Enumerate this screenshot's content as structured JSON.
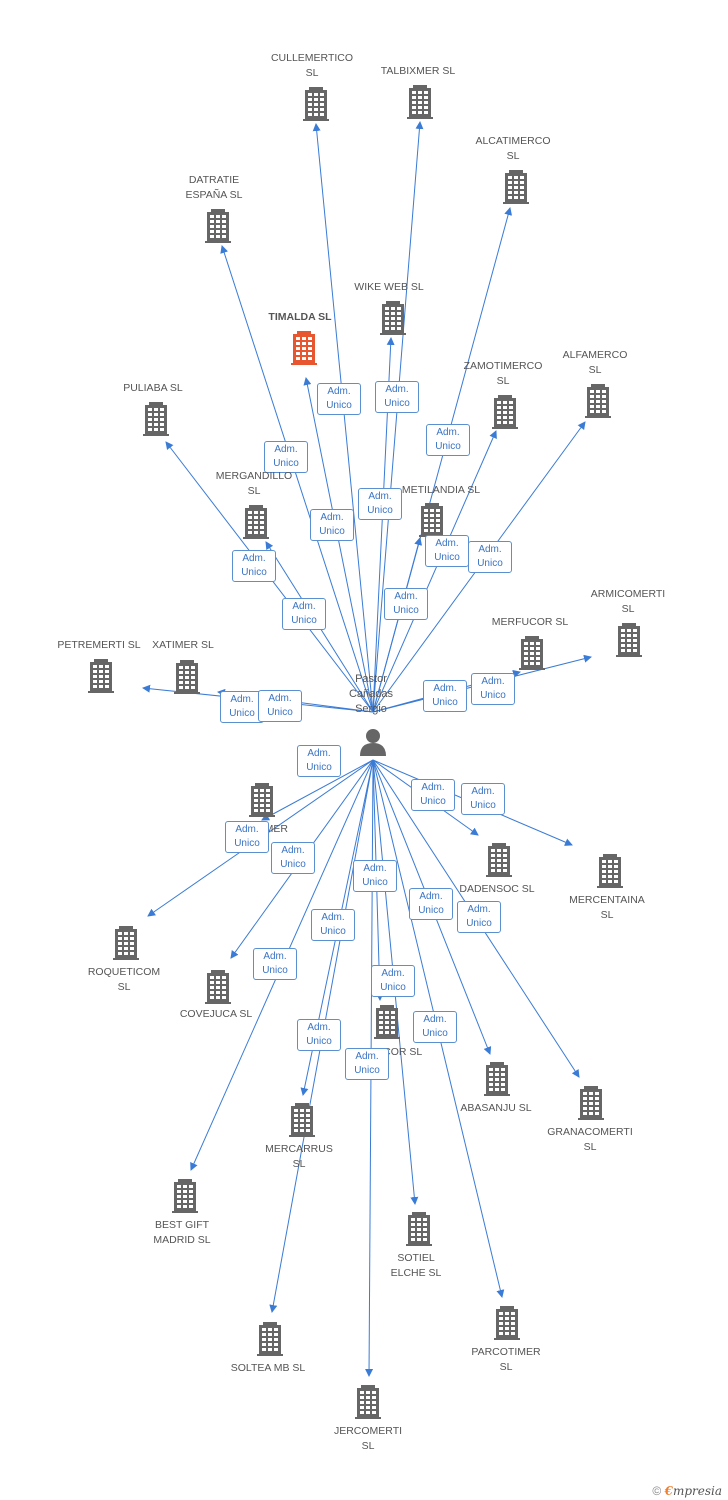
{
  "center": {
    "name": "Pastor\nCañadas\nSergio"
  },
  "role_label": "Adm.\nUnico",
  "colors": {
    "edge": "#3a7bd5",
    "building": "#666666",
    "highlight": "#e8562f",
    "person": "#666666"
  },
  "companies": [
    {
      "id": "cullemertico",
      "name": "CULLEMERTICO\nSL",
      "highlight": false
    },
    {
      "id": "talbixmer",
      "name": "TALBIXMER  SL",
      "highlight": false
    },
    {
      "id": "alcatimerco",
      "name": "ALCATIMERCO\nSL",
      "highlight": false
    },
    {
      "id": "datratie",
      "name": "DATRATIE\nESPAÑA  SL",
      "highlight": false
    },
    {
      "id": "wike-web",
      "name": "WIKE WEB  SL",
      "highlight": false
    },
    {
      "id": "timalda",
      "name": "TIMALDA  SL",
      "highlight": true
    },
    {
      "id": "zamotimerco",
      "name": "ZAMOTIMERCO\nSL",
      "highlight": false
    },
    {
      "id": "alfamerco",
      "name": "ALFAMERCO\nSL",
      "highlight": false
    },
    {
      "id": "puliaba",
      "name": "PULIABA  SL",
      "highlight": false
    },
    {
      "id": "mergandillo",
      "name": "MERGANDILLO\nSL",
      "highlight": false
    },
    {
      "id": "metilandia",
      "name": "METILANDIA SL",
      "highlight": false
    },
    {
      "id": "armicomerti",
      "name": "ARMICOMERTI\nSL",
      "highlight": false
    },
    {
      "id": "merfucor",
      "name": "MERFUCOR  SL",
      "highlight": false
    },
    {
      "id": "petremerti",
      "name": "PETREMERTI  SL",
      "highlight": false
    },
    {
      "id": "xatimer",
      "name": "XATIMER  SL",
      "highlight": false
    },
    {
      "id": "dolamer",
      "name": "DOLAMER",
      "highlight": false
    },
    {
      "id": "mercentaina",
      "name": "MERCENTAINA\nSL",
      "highlight": false
    },
    {
      "id": "dadensoc",
      "name": "DADENSOC  SL",
      "highlight": false
    },
    {
      "id": "roqueticom",
      "name": "ROQUETICOM\nSL",
      "highlight": false
    },
    {
      "id": "covejuca",
      "name": "COVEJUCA  SL",
      "highlight": false
    },
    {
      "id": "onubacor",
      "name": "ONUBACOR  SL",
      "highlight": false
    },
    {
      "id": "abasanju",
      "name": "ABASANJU  SL",
      "highlight": false
    },
    {
      "id": "granacomerti",
      "name": "GRANACOMERTI\nSL",
      "highlight": false
    },
    {
      "id": "mercarrus",
      "name": "MERCARRUS\nSL",
      "highlight": false
    },
    {
      "id": "best-gift",
      "name": "BEST GIFT\nMADRID  SL",
      "highlight": false
    },
    {
      "id": "sotiel",
      "name": "SOTIEL\nELCHE  SL",
      "highlight": false
    },
    {
      "id": "parcotimer",
      "name": "PARCOTIMER\nSL",
      "highlight": false
    },
    {
      "id": "soltea",
      "name": "SOLTEA MB  SL",
      "highlight": false
    },
    {
      "id": "jercomerti",
      "name": "JERCOMERTI\nSL",
      "highlight": false
    }
  ],
  "footer": {
    "copyright": "©",
    "brand_initial": "€",
    "brand_rest": "mpresia"
  }
}
